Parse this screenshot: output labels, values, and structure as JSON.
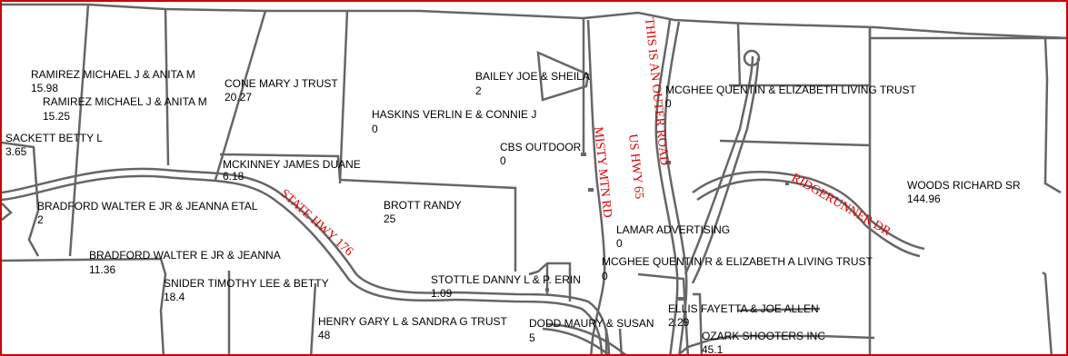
{
  "parcels": [
    {
      "owner": "RAMIREZ MICHAEL J & ANITA M",
      "acres": "15.98"
    },
    {
      "owner": "RAMIREZ MICHAEL J & ANITA M",
      "acres": "15.25"
    },
    {
      "owner": "SACKETT BETTY L",
      "acres": "3.65"
    },
    {
      "owner": "CONE  MARY J TRUST",
      "acres": "20.27"
    },
    {
      "owner": "BAILEY JOE & SHEILA",
      "acres": "2"
    },
    {
      "owner": "HASKINS VERLIN E & CONNIE J",
      "acres": "0"
    },
    {
      "owner": "CBS OUTDOOR",
      "acres": "0"
    },
    {
      "owner": "MCGHEE QUENTIN & ELIZABETH LIVING TRUST",
      "acres": "0"
    },
    {
      "owner": "MCKINNEY JAMES DUANE",
      "acres": "6.18"
    },
    {
      "owner": "BRADFORD WALTER E JR & JEANNA  ETAL",
      "acres": "2"
    },
    {
      "owner": "BROTT RANDY",
      "acres": "25"
    },
    {
      "owner": "WOODS RICHARD SR",
      "acres": "144.96"
    },
    {
      "owner": "LAMAR ADVERTISING",
      "acres": "0"
    },
    {
      "owner": "BRADFORD WALTER E JR & JEANNA",
      "acres": "11.36"
    },
    {
      "owner": "MCGHEE QUENTIN R & ELIZABETH A LIVING TRUST",
      "acres": ""
    },
    {
      "owner": "SNIDER TIMOTHY LEE & BETTY",
      "acres": "18.4"
    },
    {
      "owner": "STOTTLE DANNY L  & P. ERIN",
      "acres": "1.09"
    },
    {
      "owner": "ELLIS FAYETTA & JOE ALLEN",
      "acres": ""
    },
    {
      "owner": "HENRY GARY L & SANDRA G TRUST",
      "acres": "48"
    },
    {
      "owner": "DODD MAURY & SUSAN",
      "acres": "5"
    },
    {
      "owner": "OZARK SHOOTERS INC",
      "acres": "45.1"
    }
  ],
  "extra_labels": {
    "ellis_acres": "2.29",
    "mcghee_r_acres": "0"
  },
  "roads": {
    "state_hwy": "STATE HWY 176",
    "misty_mtn": "MISTY MTN RD",
    "outer_road": "THIS IS AN OUTER ROAD",
    "us_hwy": "US HWY 65",
    "ridgerunner": "RIDGERUNNER DR"
  },
  "colors": {
    "border": "#cc0000",
    "road_label": "#dd0000",
    "lines": "#666666"
  }
}
